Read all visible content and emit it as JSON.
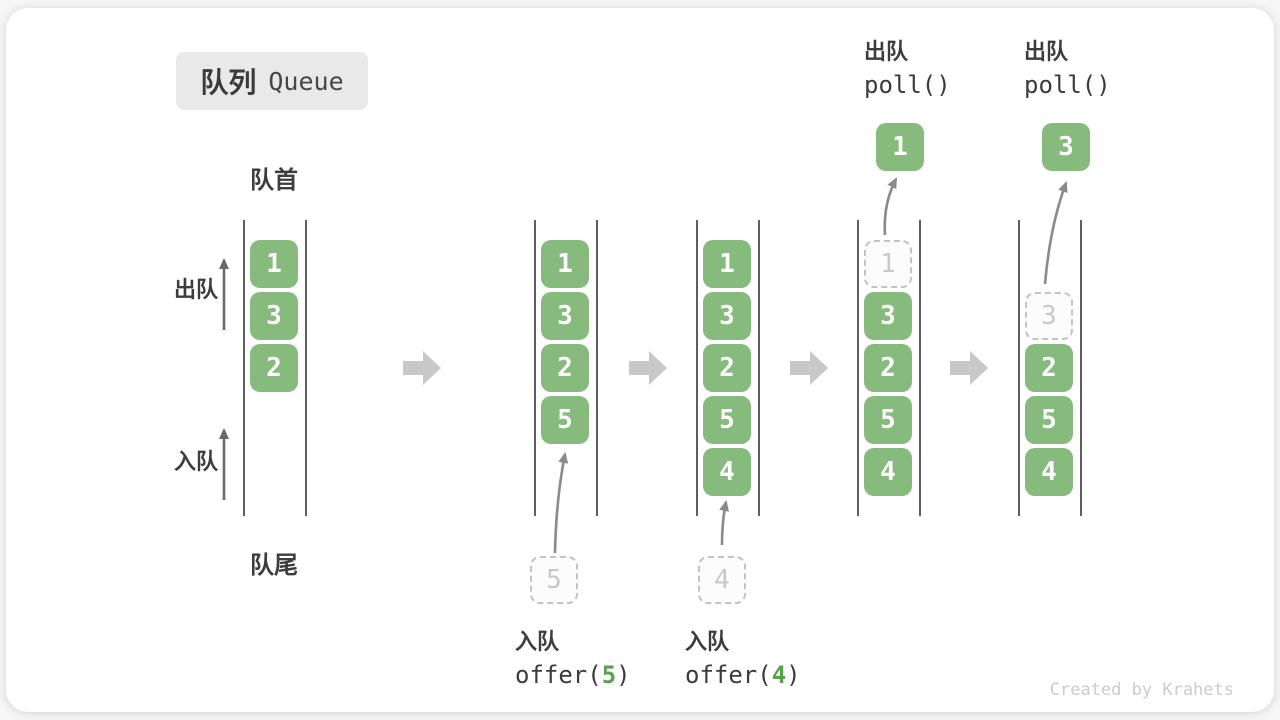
{
  "title": {
    "zh": "队列",
    "en": "Queue"
  },
  "labels": {
    "front": "队首",
    "rear": "队尾",
    "dequeue": "出队",
    "enqueue": "入队"
  },
  "watermark": "Created by Krahets",
  "colors": {
    "box_green": "#86bb7d",
    "code_green": "#5aa14e",
    "block_arrow_gray": "#c8c8c8",
    "curve_arrow_gray": "#8a8a8a",
    "side_arrow_gray": "#6a6a6a",
    "channel_line": "#5e5e5e",
    "badge_bg": "#e9e9e9",
    "text_dark": "#3b3b3b",
    "dashed_text": "#c8c8c8"
  },
  "states": [
    {
      "name": "initial",
      "cells": [
        {
          "row": 0,
          "value": "1",
          "kind": "filled"
        },
        {
          "row": 1,
          "value": "3",
          "kind": "filled"
        },
        {
          "row": 2,
          "value": "2",
          "kind": "filled"
        }
      ]
    },
    {
      "name": "after-offer-5",
      "cells": [
        {
          "row": 0,
          "value": "1",
          "kind": "filled"
        },
        {
          "row": 1,
          "value": "3",
          "kind": "filled"
        },
        {
          "row": 2,
          "value": "2",
          "kind": "filled"
        },
        {
          "row": 3,
          "value": "5",
          "kind": "filled"
        }
      ],
      "incoming_value": "5",
      "caption": {
        "action": "入队",
        "code_pre": "offer(",
        "code_arg": "5",
        "code_post": ")"
      }
    },
    {
      "name": "after-offer-4",
      "cells": [
        {
          "row": 0,
          "value": "1",
          "kind": "filled"
        },
        {
          "row": 1,
          "value": "3",
          "kind": "filled"
        },
        {
          "row": 2,
          "value": "2",
          "kind": "filled"
        },
        {
          "row": 3,
          "value": "5",
          "kind": "filled"
        },
        {
          "row": 4,
          "value": "4",
          "kind": "filled"
        }
      ],
      "incoming_value": "4",
      "caption": {
        "action": "入队",
        "code_pre": "offer(",
        "code_arg": "4",
        "code_post": ")"
      }
    },
    {
      "name": "poll-1",
      "cells": [
        {
          "row": 0,
          "value": "1",
          "kind": "dashed"
        },
        {
          "row": 1,
          "value": "3",
          "kind": "filled"
        },
        {
          "row": 2,
          "value": "2",
          "kind": "filled"
        },
        {
          "row": 3,
          "value": "5",
          "kind": "filled"
        },
        {
          "row": 4,
          "value": "4",
          "kind": "filled"
        }
      ],
      "outgoing_value": "1",
      "caption": {
        "action": "出队",
        "code": "poll()"
      }
    },
    {
      "name": "poll-3",
      "cells": [
        {
          "row": 1,
          "value": "3",
          "kind": "dashed"
        },
        {
          "row": 2,
          "value": "2",
          "kind": "filled"
        },
        {
          "row": 3,
          "value": "5",
          "kind": "filled"
        },
        {
          "row": 4,
          "value": "4",
          "kind": "filled"
        }
      ],
      "outgoing_value": "3",
      "caption": {
        "action": "出队",
        "code": "poll()"
      }
    }
  ]
}
